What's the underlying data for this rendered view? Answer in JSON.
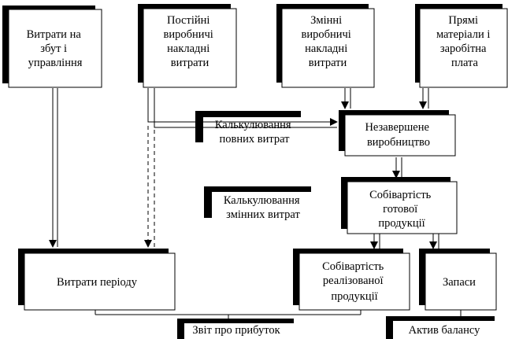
{
  "nodes": {
    "selling_admin": [
      "Витрати на",
      "збут і",
      "управління"
    ],
    "fixed_overhead": [
      "Постійні",
      "виробничі",
      "накладні",
      "витрати"
    ],
    "variable_overhead": [
      "Змінні",
      "виробничі",
      "накладні",
      "витрати"
    ],
    "direct_materials_labor": [
      "Прямі",
      "матеріали і",
      "заробітна",
      "плата"
    ],
    "absorption_costing": [
      "Калькулювання",
      "повних витрат"
    ],
    "work_in_progress": [
      "Незавершене",
      "виробництво"
    ],
    "variable_costing": [
      "Калькулювання",
      "змінних витрат"
    ],
    "finished_goods_cost": [
      "Собівартість",
      "готової",
      "продукції"
    ],
    "period_costs": [
      "Витрати періоду"
    ],
    "cost_of_goods_sold": [
      "Собівартість",
      "реалізованої",
      "продукції"
    ],
    "inventory": [
      "Запаси"
    ],
    "income_statement": [
      "Звіт про прибуток"
    ],
    "balance_sheet_asset": [
      "Актив балансу"
    ]
  }
}
